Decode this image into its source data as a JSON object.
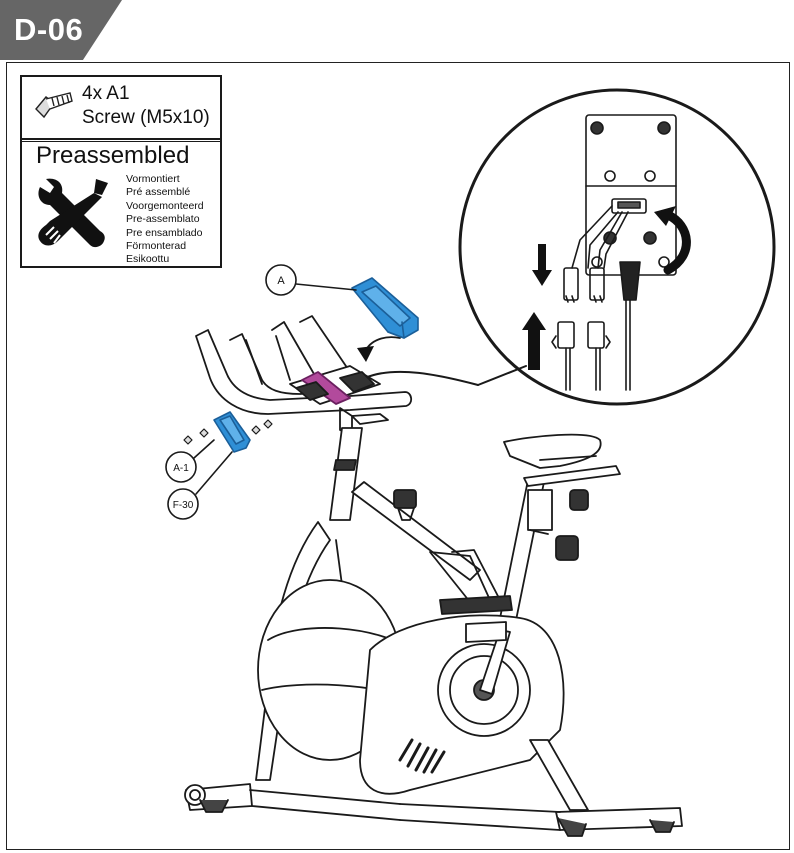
{
  "step": {
    "label": "D-06"
  },
  "parts": {
    "quantity": "4x A1",
    "screw": "Screw (M5x10)"
  },
  "preassembled": {
    "title": "Preassembled",
    "translations": [
      "Vormontiert",
      "Pré assemblé",
      "Voorgemonteerd",
      "Pre-assemblato",
      "Pre ensamblado",
      "Förmonterad",
      "Esikoottu"
    ]
  },
  "callouts": {
    "a": "A",
    "a1": "A-1",
    "f30": "F-30"
  },
  "colors": {
    "part_blue": "#2f8fd6",
    "part_blue_dark": "#1b5f99",
    "part_magenta": "#b24a9c",
    "step_tab": "#666666",
    "line": "#1a1a1a"
  },
  "icons": [
    "screw-icon",
    "wrench-screwdriver-icon",
    "arrow-down-icon",
    "arrow-up-icon",
    "rotate-arrow-icon"
  ]
}
